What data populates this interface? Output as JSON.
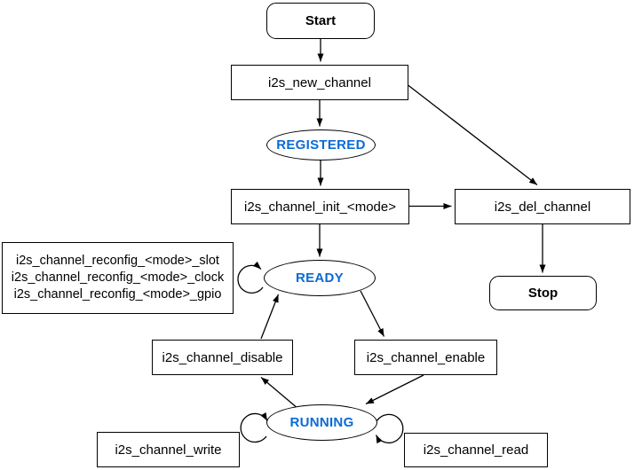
{
  "diagram": {
    "title_hint": "I2S channel state flow diagram",
    "nodes": {
      "start": "Start",
      "new_channel": "i2s_new_channel",
      "registered": "REGISTERED",
      "init": "i2s_channel_init_<mode>",
      "del_channel": "i2s_del_channel",
      "stop": "Stop",
      "reconfig_lines": [
        "i2s_channel_reconfig_<mode>_slot",
        "i2s_channel_reconfig_<mode>_clock",
        "i2s_channel_reconfig_<mode>_gpio"
      ],
      "ready": "READY",
      "disable": "i2s_channel_disable",
      "enable": "i2s_channel_enable",
      "running": "RUNNING",
      "write": "i2s_channel_write",
      "read": "i2s_channel_read"
    },
    "colors": {
      "state_text": "#0a6ad6",
      "line": "#000000",
      "node_fill": "#ffffff",
      "background": "#ffffff"
    }
  }
}
